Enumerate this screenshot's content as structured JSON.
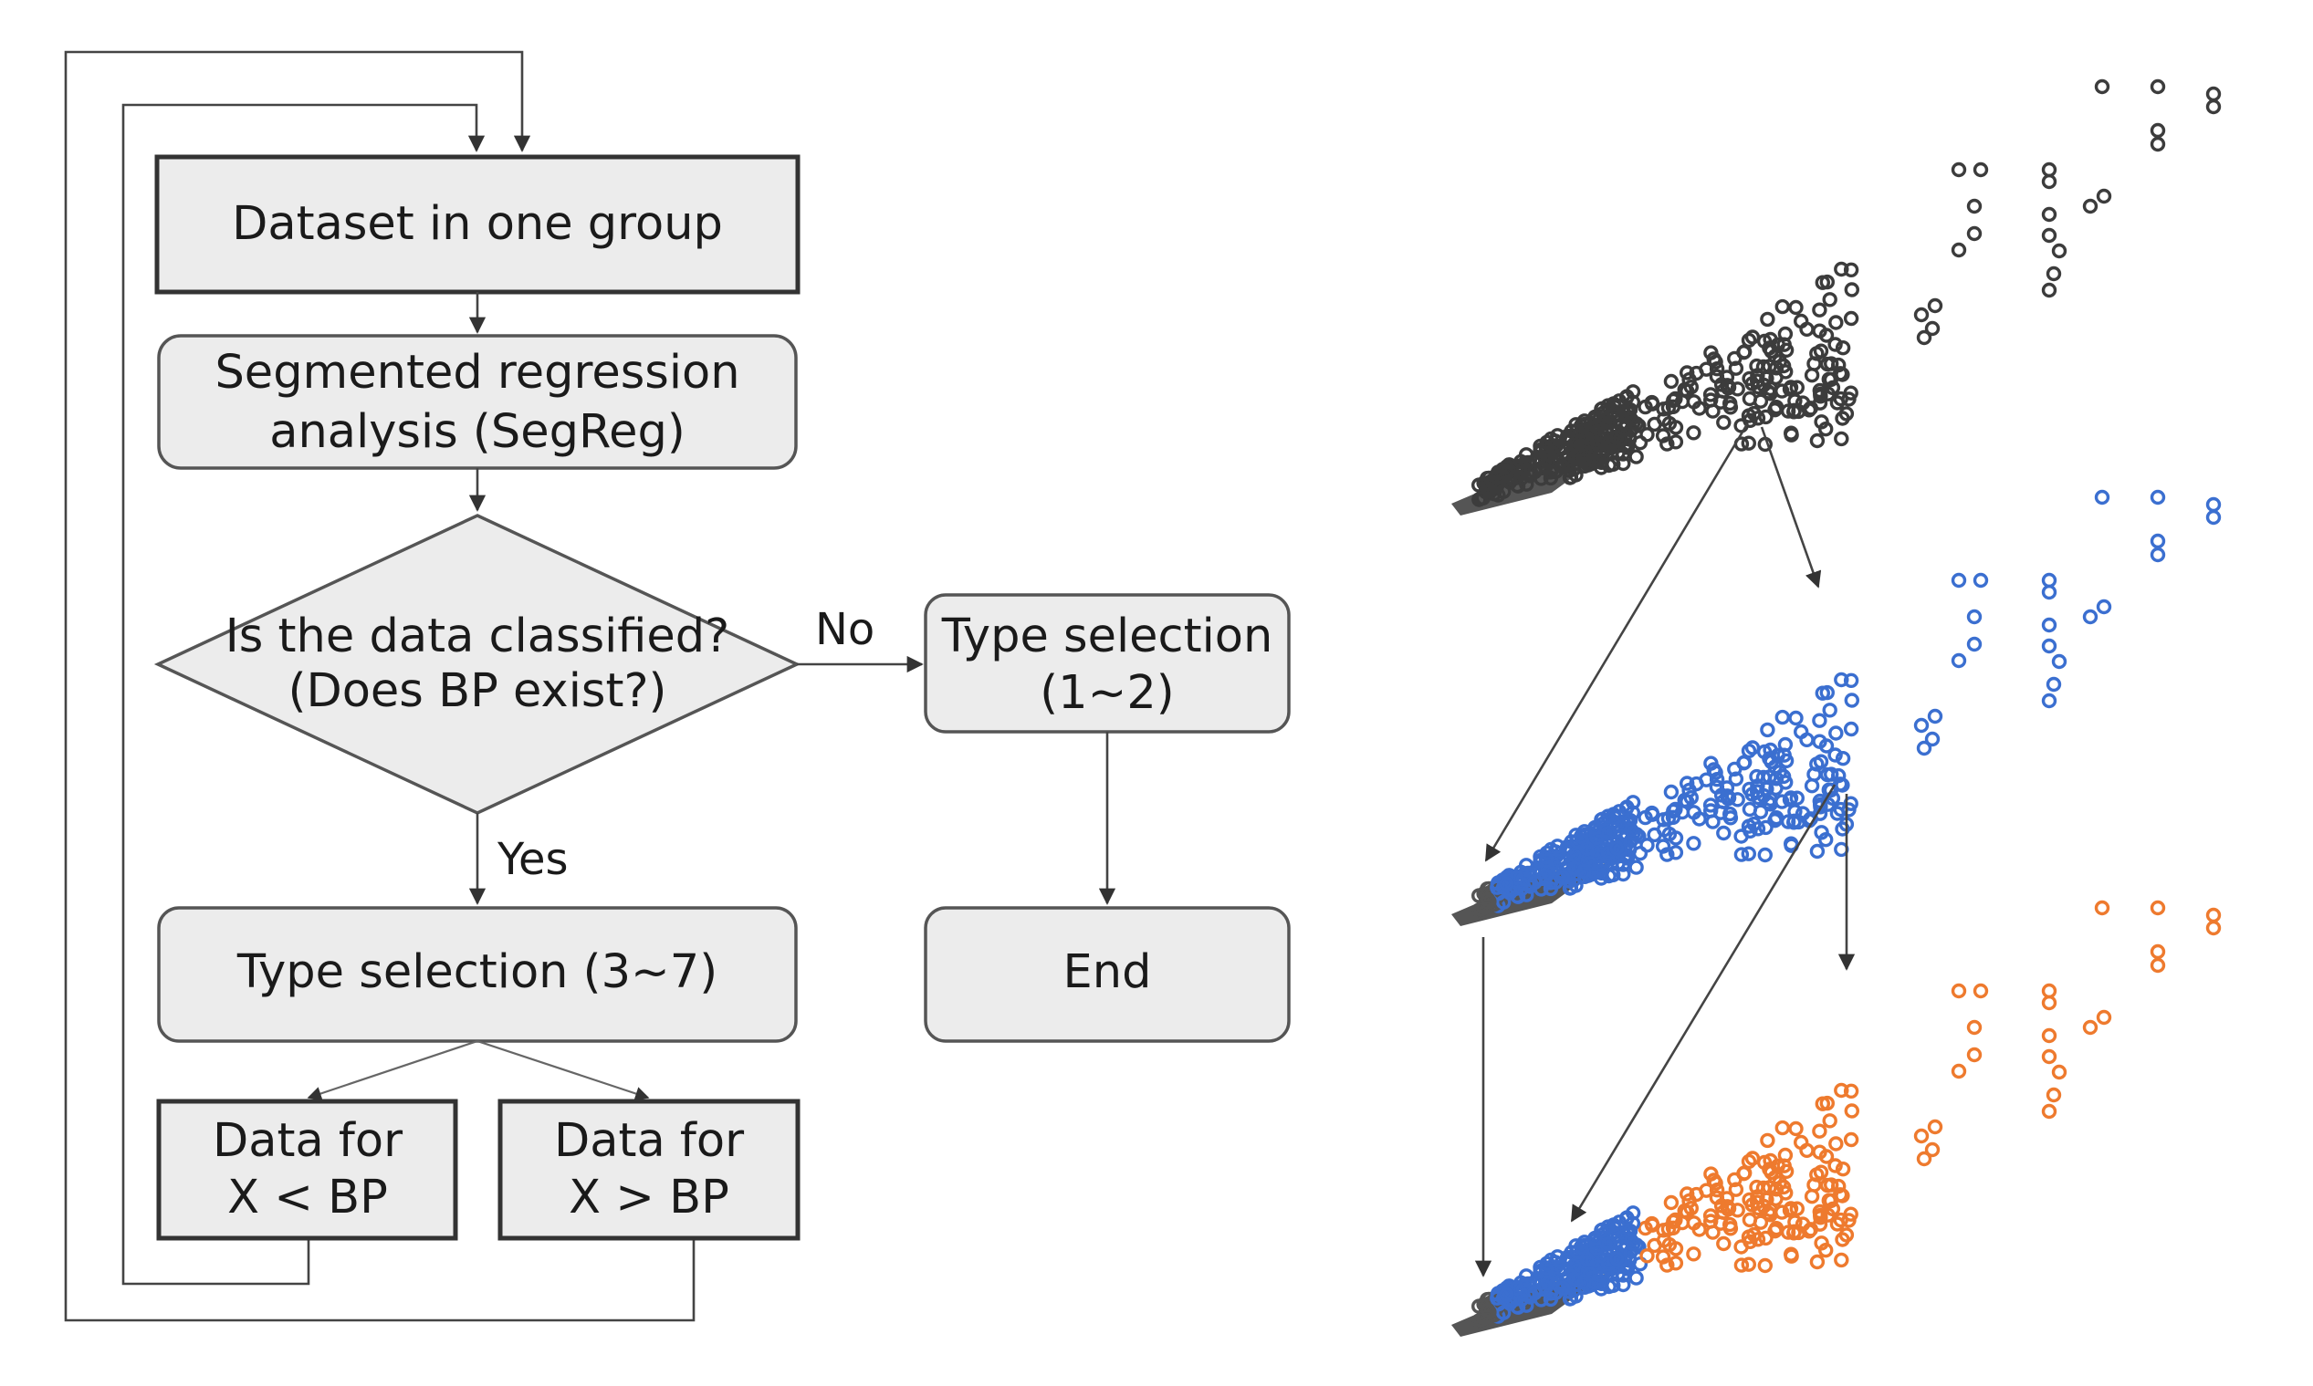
{
  "nodes": {
    "dataset": {
      "text": "Dataset in one group"
    },
    "segreg": {
      "line1": "Segmented regression",
      "line2": "analysis (SegReg)"
    },
    "decision": {
      "line1": "Is the data classified?",
      "line2": "(Does BP exist?)"
    },
    "type_1_2": {
      "line1": "Type selection",
      "line2": "(1~2)"
    },
    "type_3_7": {
      "text": "Type selection (3~7)"
    },
    "end": {
      "text": "End"
    },
    "data_lt": {
      "line1": "Data for",
      "line2": "X < BP"
    },
    "data_gt": {
      "line1": "Data for",
      "line2": "X > BP"
    }
  },
  "edges": {
    "no_label": "No",
    "yes_label": "Yes"
  },
  "colors": {
    "node_fill": "#ececec",
    "undivided_points": "#3c3c3c",
    "segment_low_points": "#3b6fd0",
    "segment_high_points": "#ee7a2e",
    "dense_base": "#555555",
    "connector": "#444444"
  },
  "scatter_panels": [
    {
      "stage": "original data",
      "segments": [
        "undivided"
      ]
    },
    {
      "stage": "first split at BP",
      "segments": [
        "dense-base",
        "low-segment"
      ]
    },
    {
      "stage": "second split at BP",
      "segments": [
        "dense-base",
        "low-segment",
        "high-segment"
      ]
    }
  ]
}
